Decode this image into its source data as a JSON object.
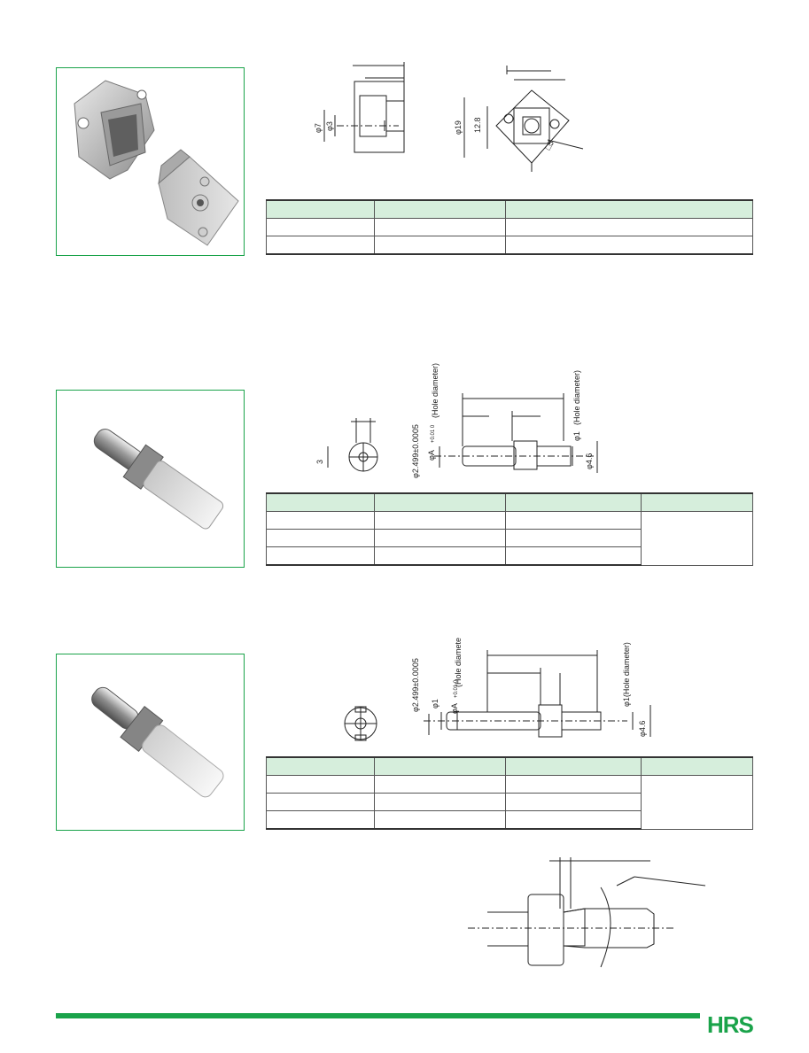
{
  "colors": {
    "accent": "#1aa34a",
    "table_header": "#d6eedc",
    "line": "#222222"
  },
  "section1": {
    "dims": {
      "d7": "φ7",
      "d3": "φ3",
      "d19": "φ19",
      "h128": "12.8",
      "sq5": "□5"
    },
    "table_rows": 3,
    "table_cols": 3
  },
  "section2": {
    "dims": {
      "hole_top": "(Hole diameter)",
      "a_label": "φA",
      "a_tol": "+0.01 0",
      "d2499": "φ2.499±0.0005",
      "d1": "φ1",
      "hole_right": "(Hole diameter)",
      "d46": "φ4.6",
      "three": "3"
    },
    "table_rows": 4,
    "table_cols": 4
  },
  "section3": {
    "dims": {
      "d2499": "φ2.499±0.0005",
      "d1": "φ1",
      "a_label": "φA",
      "a_tol": "+0.01 0",
      "hole_mid": "(Hole diameter)",
      "d1_hole": "φ1(Hole diameter)",
      "d46": "φ4.6"
    },
    "table_rows": 4,
    "table_cols": 4
  },
  "logo": {
    "text": "HRS"
  }
}
